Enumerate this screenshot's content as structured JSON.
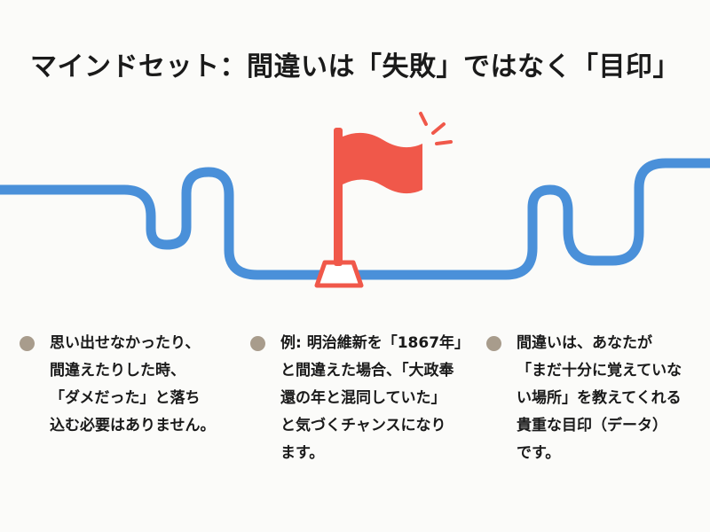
{
  "title": "マインドセット：間違いは「失敗」ではなく「目印」",
  "illustration": {
    "path_color": "#4a90d9",
    "flag_color": "#f0584a",
    "background": "#fbfbf9"
  },
  "points": [
    {
      "lines": [
        "思い出せなかったり、",
        "間違えたりした時、",
        "「ダメだった」と落ち",
        "込む必要はありません。"
      ]
    },
    {
      "lines": [
        "例: 明治維新を「1867年」",
        "と間違えた場合、「大政奉",
        "還の年と混同していた」",
        "と気づくチャンスになり",
        "ます。"
      ]
    },
    {
      "lines": [
        "間違いは、あなたが",
        "「まだ十分に覚えていな",
        "い場所」を教えてくれる",
        "貴重な目印（データ）",
        "です。"
      ]
    }
  ]
}
